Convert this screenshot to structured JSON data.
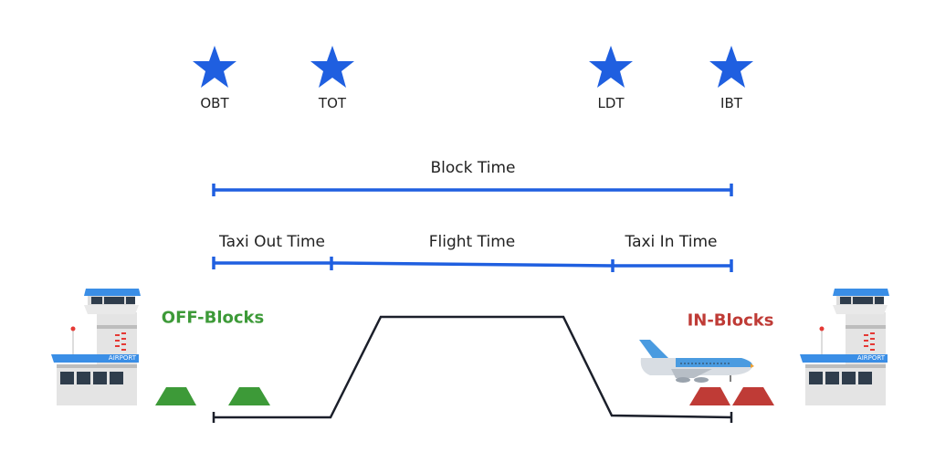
{
  "colors": {
    "blue": "#1f5fe0",
    "green": "#3d9a38",
    "red": "#bf3b36",
    "line": "#1b1f2a"
  },
  "events": [
    {
      "label": "OBT",
      "icon": "star-icon"
    },
    {
      "label": "TOT",
      "icon": "star-icon"
    },
    {
      "label": "LDT",
      "icon": "star-icon"
    },
    {
      "label": "IBT",
      "icon": "star-icon"
    }
  ],
  "block_time": "Block Time",
  "segments": [
    "Taxi Out Time",
    "Flight Time",
    "Taxi In Time"
  ],
  "off_blocks": "OFF-Blocks",
  "in_blocks": "IN-Blocks",
  "airport_sign": "AIRPORT"
}
